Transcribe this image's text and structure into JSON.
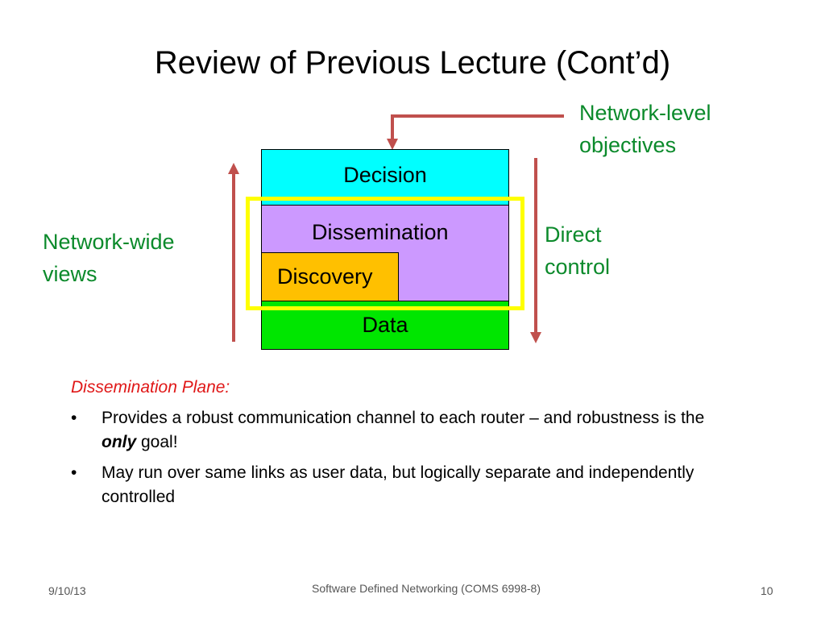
{
  "slide": {
    "title": "Review of Previous Lecture (Cont’d)",
    "labels": {
      "network_level": "Network-level objectives",
      "network_wide": "Network-wide views",
      "direct_control": "Direct control"
    },
    "planes": {
      "decision": "Decision",
      "dissemination": "Dissemination",
      "discovery": "Discovery",
      "data": "Data"
    },
    "subheading": "Dissemination Plane:",
    "bullets": [
      {
        "marker": "•",
        "text_before": "Provides a robust communication channel to each router – and robustness is the ",
        "emphasis": "only",
        "text_after": " goal!"
      },
      {
        "marker": "•",
        "text": "May run over same links as user data, but logically separate and independently controlled"
      }
    ],
    "footer": {
      "date": "9/10/13",
      "course": "Software Defined Networking (COMS 6998-8)",
      "page": "10"
    }
  },
  "colors": {
    "arrow": "#c0504d",
    "green_text": "#0b8a2b",
    "decision": "#00ffff",
    "dissemination": "#cc99ff",
    "discovery": "#ffc000",
    "data": "#00e600",
    "highlight": "#ffff00",
    "subheading": "#e01818"
  }
}
